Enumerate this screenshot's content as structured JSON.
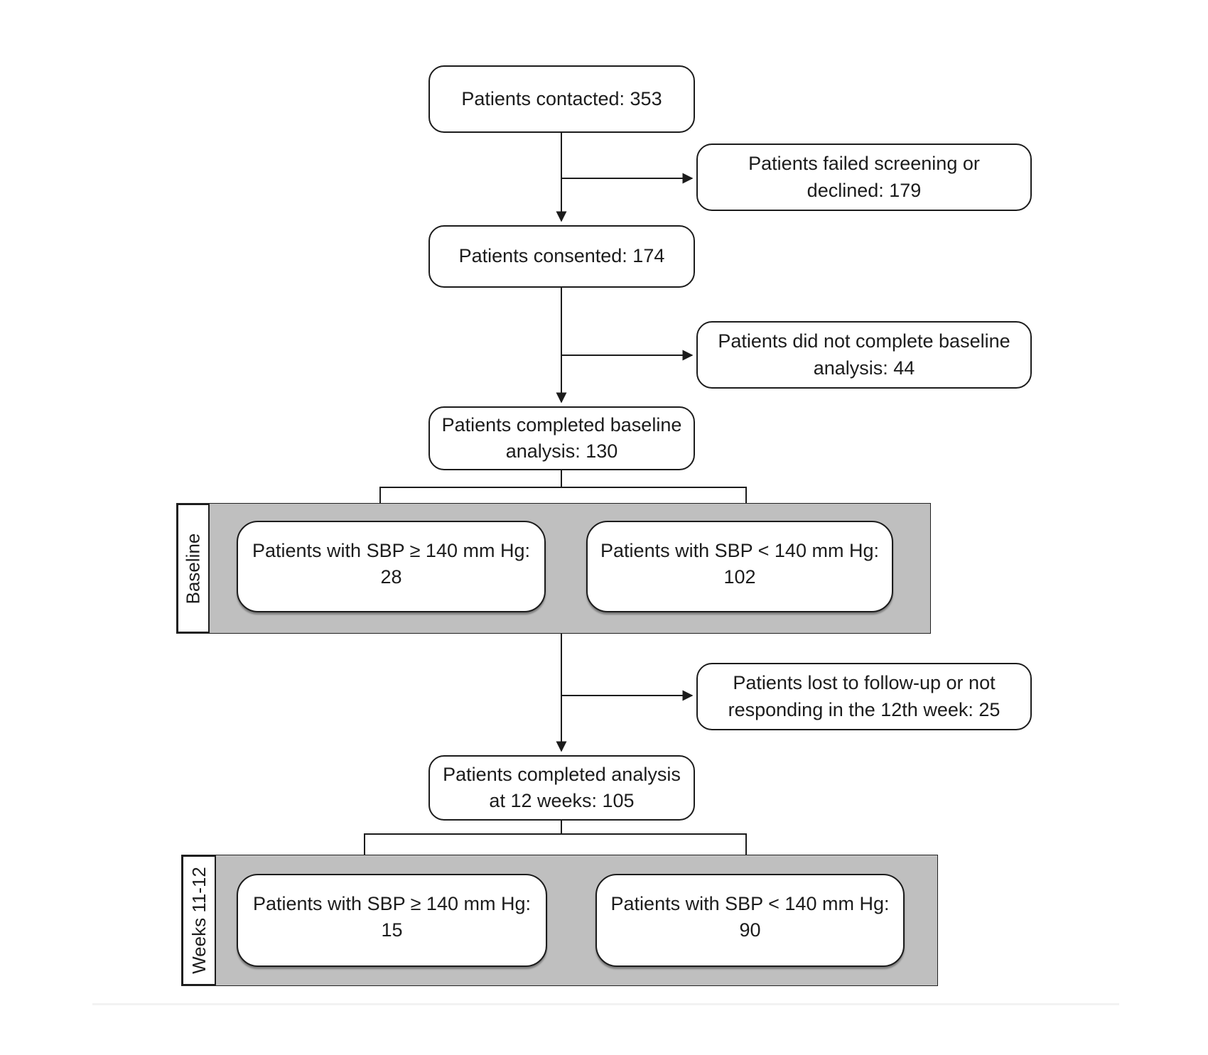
{
  "diagram": {
    "type": "flowchart",
    "nodes": {
      "contacted": {
        "lines": [
          "Patients contacted: 353"
        ]
      },
      "failed_screening": {
        "lines": [
          "Patients failed screening or",
          "declined: 179"
        ]
      },
      "consented": {
        "lines": [
          "Patients consented: 174"
        ]
      },
      "no_baseline": {
        "lines": [
          "Patients did not complete baseline",
          "analysis: 44"
        ]
      },
      "completed_baseline": {
        "lines": [
          "Patients completed baseline",
          "analysis: 130"
        ]
      },
      "baseline_high": {
        "lines": [
          "Patients with SBP ≥ 140 mm Hg:",
          "28"
        ]
      },
      "baseline_low": {
        "lines": [
          "Patients with SBP < 140 mm Hg:",
          "102"
        ]
      },
      "lost_followup": {
        "lines": [
          "Patients lost to follow-up or not",
          "responding in the 12th week: 25"
        ]
      },
      "completed_12w": {
        "lines": [
          "Patients completed analysis",
          "at 12 weeks: 105"
        ]
      },
      "week12_high": {
        "lines": [
          "Patients with SBP ≥ 140 mm Hg:",
          "15"
        ]
      },
      "week12_low": {
        "lines": [
          "Patients with SBP < 140 mm Hg:",
          "90"
        ]
      }
    },
    "bands": {
      "baseline": {
        "label": "Baseline"
      },
      "weeks": {
        "label": "Weeks 11-12"
      }
    },
    "colors": {
      "band_fill": "#bfbfbf",
      "line_color": "#1c1c1c",
      "box_bg": "#ffffff",
      "text_color": "#1c1c1c",
      "background": "#ffffff"
    }
  }
}
